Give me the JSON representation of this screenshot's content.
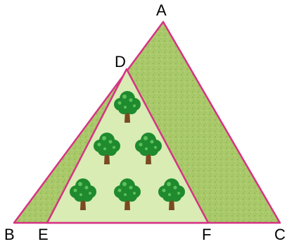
{
  "diagram": {
    "vertices": {
      "A": "A",
      "B": "B",
      "C": "C",
      "D": "D",
      "E": "E",
      "F": "F"
    },
    "trees": {
      "count": 6,
      "rows": [
        1,
        2,
        3
      ],
      "icon": "tree-icon"
    },
    "colors": {
      "edge": "#d63384",
      "outer_fill": "#a9c96a",
      "outer_texture": "#8fb54f",
      "inner_fill": "#d8ecb4",
      "tree_foliage": "#1f8a2e",
      "tree_highlight": "#5cc15a",
      "tree_trunk": "#7a4a22"
    }
  }
}
